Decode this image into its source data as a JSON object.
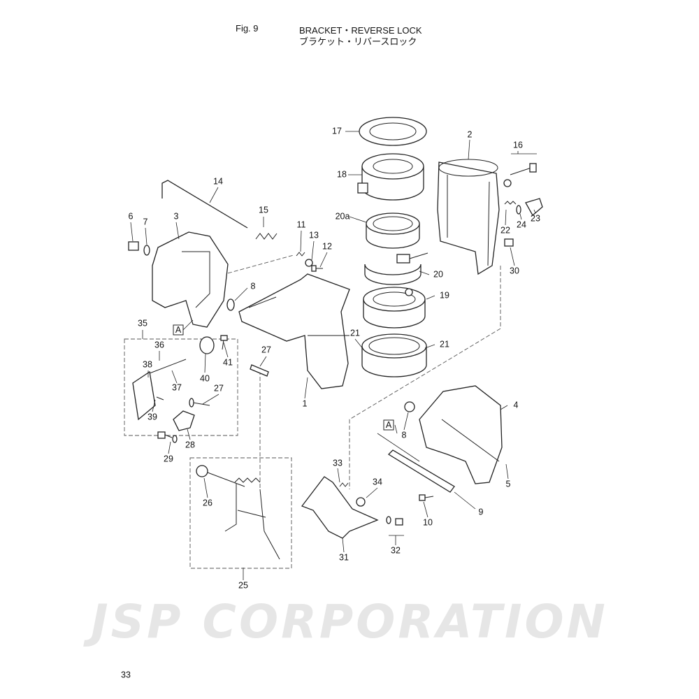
{
  "header": {
    "fig": "Fig. 9",
    "title_en": "BRACKET・REVERSE LOCK",
    "title_ja": "ブラケット・リバースロック"
  },
  "watermark": "JSP CORPORATION",
  "callouts": {
    "c1": "1",
    "c2": "2",
    "c3": "3",
    "c4": "4",
    "c5": "5",
    "c6": "6",
    "c7": "7",
    "c8a": "8",
    "c8b": "8",
    "c9": "9",
    "c10": "10",
    "c11": "11",
    "c12": "12",
    "c13": "13",
    "c14": "14",
    "c15": "15",
    "c16": "16",
    "c17": "17",
    "c18": "18",
    "c19": "19",
    "c20": "20",
    "c20a": "20a",
    "c21a": "21",
    "c21b": "21",
    "c22": "22",
    "c23": "23",
    "c24": "24",
    "c25": "25",
    "c26": "26",
    "c27a": "27",
    "c27b": "27",
    "c28": "28",
    "c29": "29",
    "c30": "30",
    "c31": "31",
    "c32": "32",
    "c33": "33",
    "c34": "34",
    "c35": "35",
    "c36": "36",
    "c37": "37",
    "c38": "38",
    "c39": "39",
    "c40": "40",
    "c41": "41",
    "refA1": "A",
    "refA2": "A"
  },
  "page_number": "33"
}
